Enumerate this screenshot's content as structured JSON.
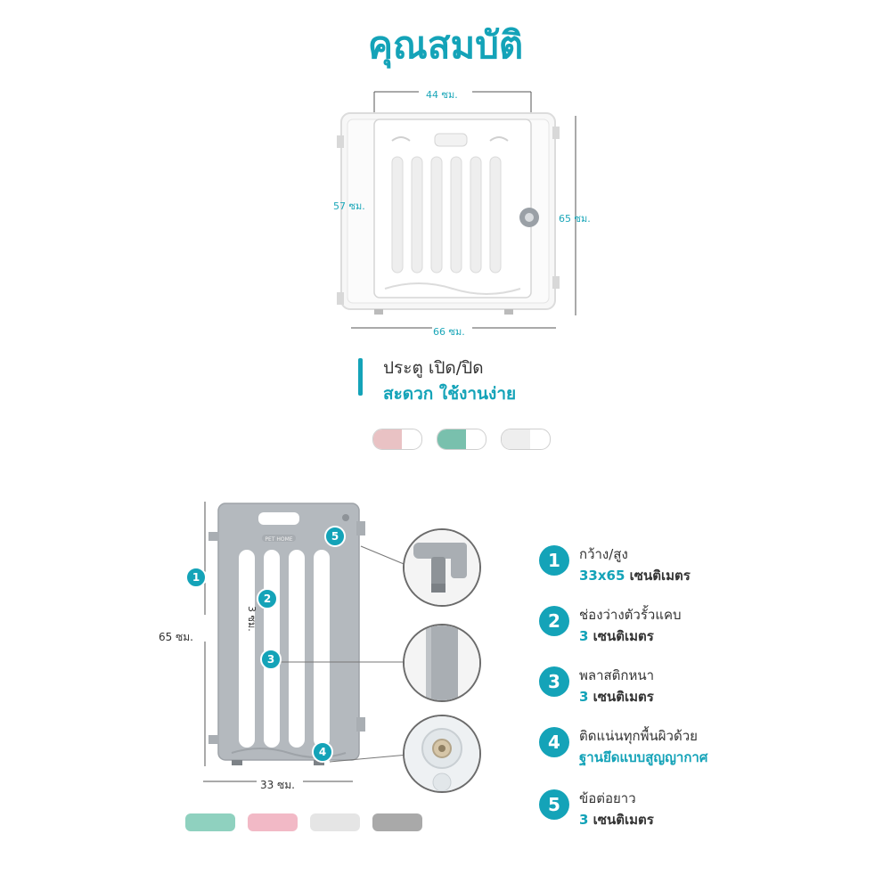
{
  "title": "คุณสมบัติ",
  "gate": {
    "width_label": "44 ซม.",
    "door_height_label": "57 ซม.",
    "panel_height_label": "65 ซม.",
    "panel_width_label": "66 ซม."
  },
  "tagline": {
    "line1": "ประตู เปิด/ปิด",
    "line2": "สะดวก ใช้งานง่าย"
  },
  "gate_colors": [
    "#e9c2c4",
    "#79c0ad",
    "#eeeeee"
  ],
  "panel": {
    "height_label": "65 ซม.",
    "width_label": "33 ซม.",
    "gap_label": "3 ซม.",
    "brand_text": "PET HOME",
    "colors": [
      "#8fd1bf",
      "#f2b9c6",
      "#e5e5e5",
      "#a9a9a9"
    ],
    "markers": [
      "1",
      "2",
      "3",
      "4",
      "5"
    ]
  },
  "specs": [
    {
      "num": "1",
      "title": "กว้าง/สูง",
      "value_num": "33x65",
      "value_unit": " เซนติเมตร"
    },
    {
      "num": "2",
      "title": "ช่องว่างตัวรั้วแคบ",
      "value_num": "3",
      "value_unit": " เซนติเมตร"
    },
    {
      "num": "3",
      "title": "พลาสติกหนา",
      "value_num": "3",
      "value_unit": " เซนติเมตร"
    },
    {
      "num": "4",
      "title": "ติดแน่นทุกพื้นผิวด้วย",
      "value_num": "ฐานยึดแบบสูญญากาศ",
      "value_unit": ""
    },
    {
      "num": "5",
      "title": "ข้อต่อยาว",
      "value_num": "3",
      "value_unit": " เซนติเมตร"
    }
  ]
}
